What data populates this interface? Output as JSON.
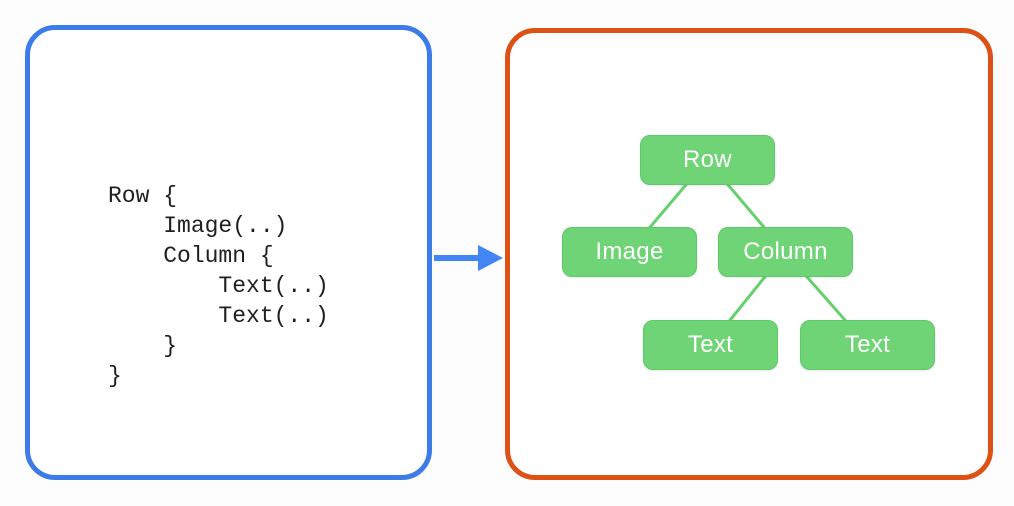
{
  "left_panel": {
    "type": "code",
    "language_style": "declarative-ui",
    "code_lines": [
      "Row {",
      "    Image(..)",
      "    Column {",
      "        Text(..)",
      "        Text(..)",
      "    }",
      "}"
    ]
  },
  "arrow": {
    "direction": "right",
    "meaning": "code-transforms-to-ui-tree"
  },
  "right_panel": {
    "type": "tree",
    "nodes": [
      {
        "id": "row",
        "label": "Row"
      },
      {
        "id": "image",
        "label": "Image"
      },
      {
        "id": "column",
        "label": "Column"
      },
      {
        "id": "text1",
        "label": "Text"
      },
      {
        "id": "text2",
        "label": "Text"
      }
    ],
    "edges": [
      {
        "from": "row",
        "to": "image"
      },
      {
        "from": "row",
        "to": "column"
      },
      {
        "from": "column",
        "to": "text1"
      },
      {
        "from": "column",
        "to": "text2"
      }
    ]
  },
  "colors": {
    "code_panel_border": "#3d7be9",
    "tree_panel_border": "#dd5016",
    "node_fill": "#6fd475",
    "edge_stroke": "#66d16c",
    "arrow_blue": "#4285f4",
    "code_text": "#1f1f1f",
    "node_text": "#ffffff",
    "background": "#fdfdfd"
  }
}
